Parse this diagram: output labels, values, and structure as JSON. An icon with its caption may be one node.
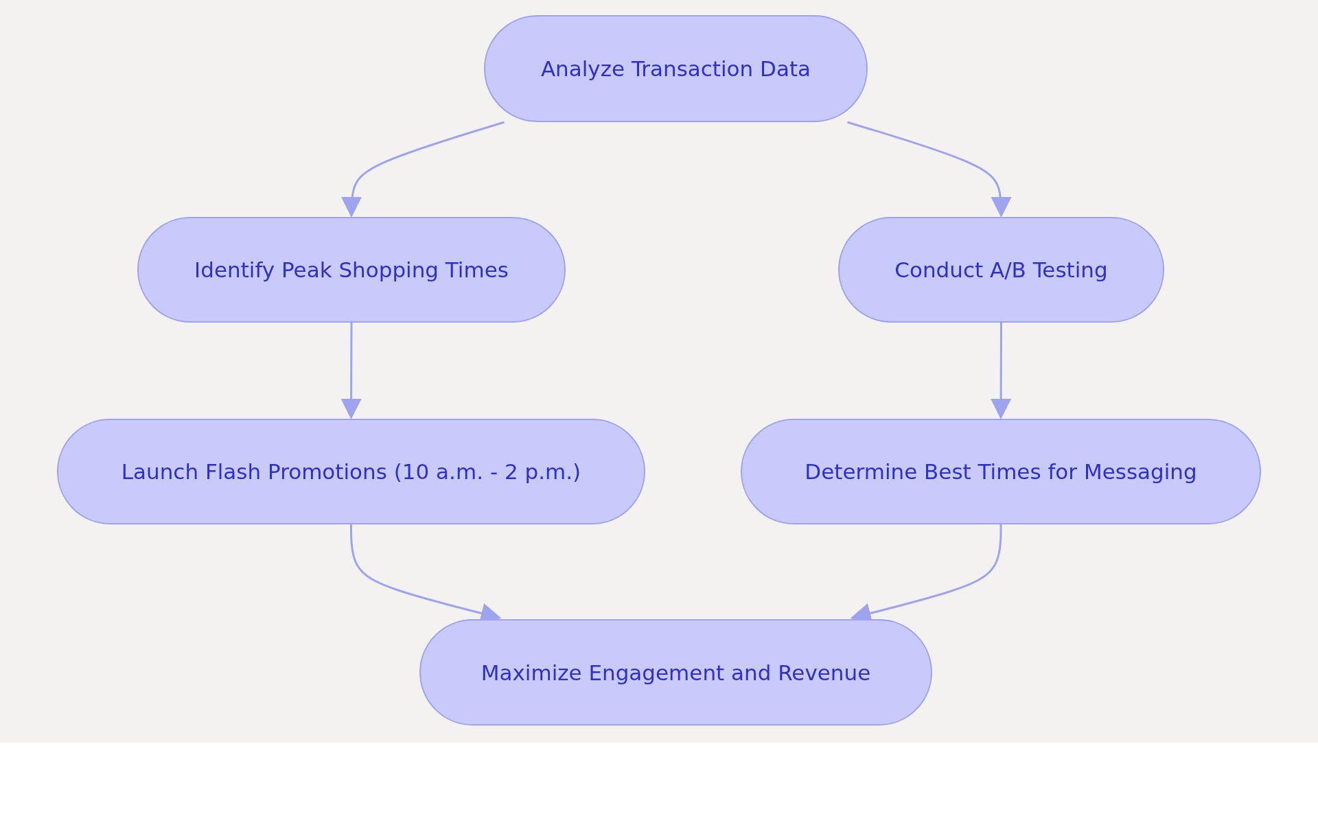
{
  "diagram": {
    "nodes": [
      {
        "text": [
          "Analyze Transaction Data"
        ]
      },
      {
        "text": [
          "Identify Peak Shopping Times"
        ]
      },
      {
        "text": [
          "Conduct A/B Testing"
        ]
      },
      {
        "text": [
          "Launch Flash Promotions (10 a.m. - 2 p.m.)"
        ]
      },
      {
        "text": [
          "Determine Best Times for Messaging"
        ]
      },
      {
        "text": [
          "Maximize Engagement and Revenue"
        ]
      }
    ],
    "edges": [
      {
        "from": 0,
        "to": 1,
        "arrow": "to"
      },
      {
        "from": 0,
        "to": 2,
        "arrow": "to"
      },
      {
        "from": 1,
        "to": 3,
        "arrow": "to"
      },
      {
        "from": 2,
        "to": 4,
        "arrow": "to"
      },
      {
        "from": 3,
        "to": 5,
        "arrow": "to"
      },
      {
        "from": 4,
        "to": 5,
        "arrow": "to"
      }
    ]
  }
}
